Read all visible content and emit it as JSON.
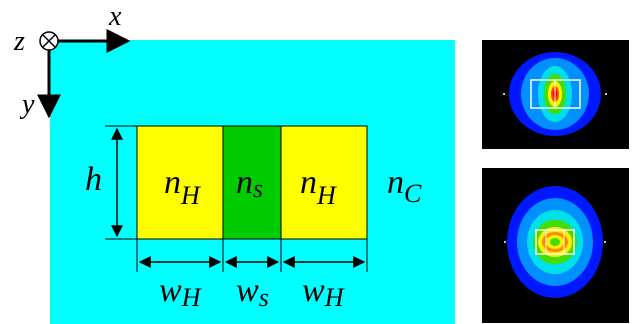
{
  "axes": {
    "z": "z",
    "x": "x",
    "y": "y"
  },
  "dimension": {
    "height": "h"
  },
  "regions": {
    "left": {
      "n": "n",
      "sub": "H"
    },
    "middle": {
      "n": "n",
      "sub": "s"
    },
    "right": {
      "n": "n",
      "sub": "H"
    },
    "cladding": {
      "n": "n",
      "sub": "C"
    }
  },
  "widths": [
    {
      "w": "w",
      "sub": "H"
    },
    {
      "w": "w",
      "sub": "s"
    },
    {
      "w": "w",
      "sub": "H"
    }
  ],
  "colors": {
    "cladding": "#00ffff",
    "high_index": "#ffff00",
    "slot": "#00cc00",
    "mode_bg": "#000000"
  }
}
